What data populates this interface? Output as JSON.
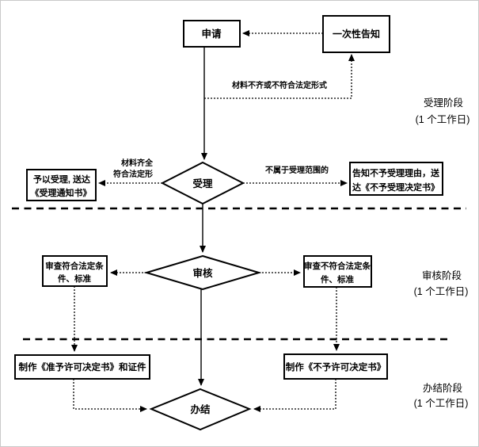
{
  "diagram": {
    "title_hint": "行政许可办理流程图",
    "nodes": {
      "apply": {
        "label": "申请"
      },
      "one_time_notice": {
        "label": "一次性告知"
      },
      "accept": {
        "label": "受理"
      },
      "review": {
        "label": "审核"
      },
      "complete": {
        "label": "办结"
      },
      "accept_result": {
        "line1": "予以受理, 送达",
        "line2": "《受理通知书》"
      },
      "reject_result": {
        "line1": "告知不予受理理由，送",
        "line2": "达《不予受理决定书》"
      },
      "review_pass": {
        "line1": "审查符合法定条",
        "line2": "件、标准"
      },
      "review_fail": {
        "line1": "审查不符合法定条",
        "line2": "件、标准"
      },
      "make_permit": {
        "label": "制作《准予许可决定书》和证件"
      },
      "make_denial": {
        "label": "制作《不予许可决定书》"
      }
    },
    "edge_labels": {
      "materials_incomplete": "材料不齐或不符合法定形式",
      "materials_complete_line1": "材料齐全",
      "materials_complete_line2": "符合法定形",
      "out_of_scope": "不属于受理范围的"
    },
    "stage_labels": {
      "accept_stage": {
        "name": "受理阶段",
        "duration": "(1 个工作日)"
      },
      "review_stage": {
        "name": "审核阶段",
        "duration": "(1 个工作日)"
      },
      "complete_stage": {
        "name": "办结阶段",
        "duration": "(1 个工作日)"
      }
    },
    "colors": {
      "line": "#000000",
      "background": "#ffffff",
      "page_border": "#c9c9c9"
    }
  }
}
